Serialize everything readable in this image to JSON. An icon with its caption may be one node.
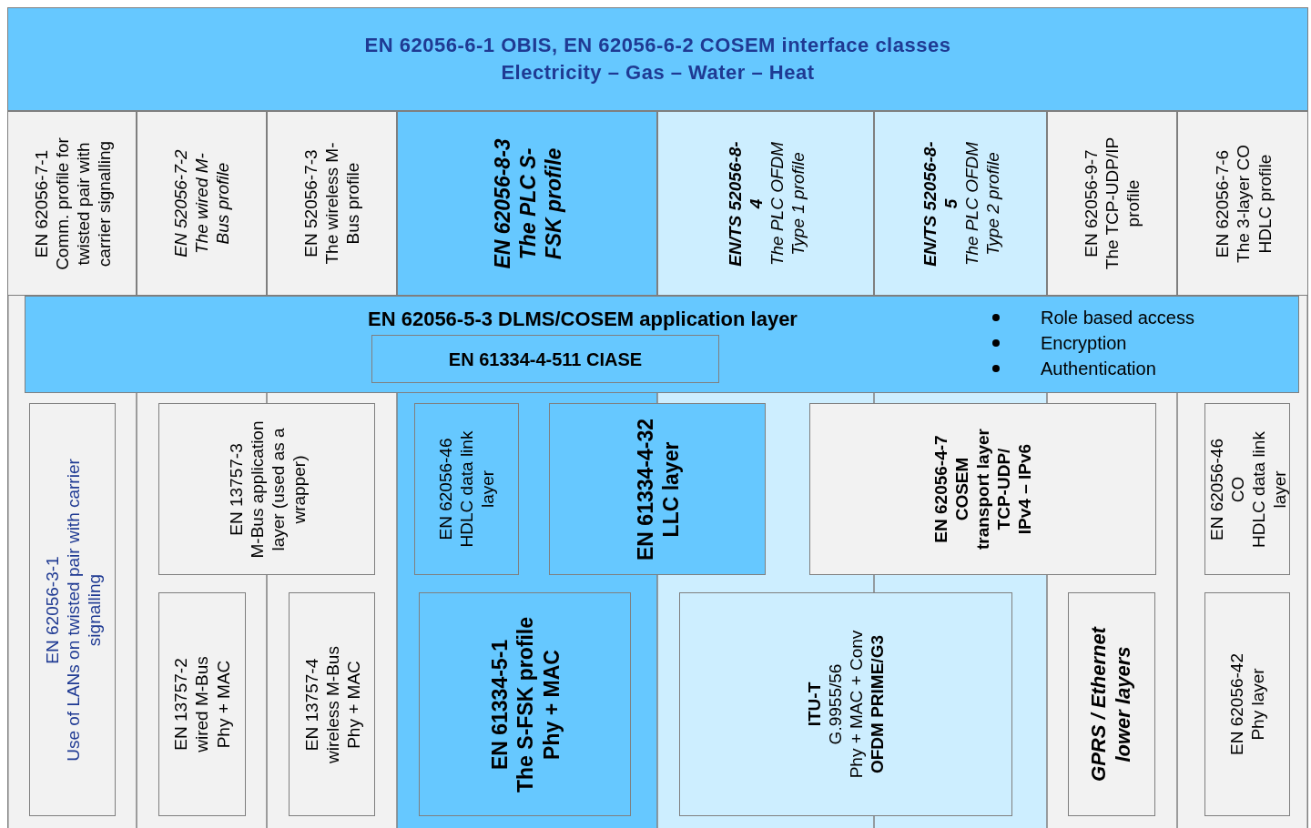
{
  "diagram": {
    "nodes": [
      {
        "text": [
          "EN 62056-6-1 OBIS, EN 62056-6-2 COSEM interface classes",
          "Electricity – Gas – Water – Heat"
        ]
      },
      {
        "text": [
          "EN 62056-7-1",
          "Comm. profile for twisted pair with carrier signalling"
        ]
      },
      {
        "text": [
          "EN 52056-7-2",
          "The wired M-Bus profile"
        ]
      },
      {
        "text": [
          "EN 52056-7-3",
          "The wireless M-Bus profile"
        ]
      },
      {
        "text": [
          "EN 62056-8-3",
          "The PLC S-FSK profile"
        ]
      },
      {
        "text": [
          "EN/TS 52056-8-4",
          "The PLC OFDM Type 1 profile"
        ]
      },
      {
        "text": [
          "EN/TS 52056-8-5",
          "The PLC OFDM Type 2 profile"
        ]
      },
      {
        "text": [
          "EN 62056-9-7",
          "The TCP-UDP/IP profile"
        ]
      },
      {
        "text": [
          "EN 62056-7-6",
          "The 3-layer CO HDLC profile"
        ]
      },
      {
        "text": [
          "EN 62056-5-3 DLMS/COSEM application layer",
          "Role based access",
          "Encryption",
          "Authentication"
        ]
      },
      {
        "text": [
          "EN 61334-4-511 CIASE"
        ],
        "in": 9
      },
      {
        "text": [
          "EN 62056-3-1",
          "Use of LANs on twisted pair with carrier signalling"
        ]
      },
      {
        "text": [
          "EN 13757-3",
          "M-Bus application layer (used as a wrapper)"
        ]
      },
      {
        "text": [
          "EN 13757-2",
          "wired M-Bus",
          "Phy + MAC"
        ]
      },
      {
        "text": [
          "EN 13757-4",
          "wireless M-Bus",
          "Phy + MAC"
        ]
      },
      {
        "text": [
          "EN 62056-46",
          "HDLC data link layer"
        ]
      },
      {
        "text": [
          "EN 61334-4-32",
          "LLC layer"
        ]
      },
      {
        "text": [
          "EN 61334-5-1",
          "The S-FSK profile",
          "Phy + MAC"
        ]
      },
      {
        "text": [
          "EN 62056-4-7",
          "COSEM",
          "transport layer",
          "TCP-UDP/",
          "IPv4 – IPv6"
        ]
      },
      {
        "text": [
          "ITU-T",
          "G.9955/56",
          "Phy + MAC + Conv",
          "OFDM PRIME/G3"
        ]
      },
      {
        "text": [
          "GPRS / Ethernet lower layers"
        ]
      },
      {
        "text": [
          "EN 62056-46 CO",
          "HDLC data link layer"
        ]
      },
      {
        "text": [
          "EN 62056-42",
          "Phy layer"
        ]
      }
    ],
    "edges": []
  }
}
